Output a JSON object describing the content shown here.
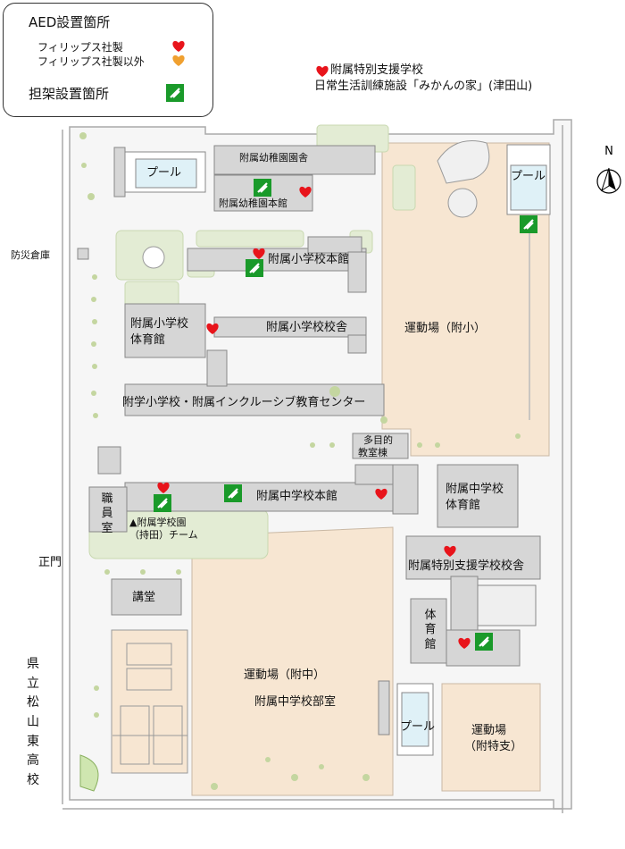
{
  "legend": {
    "title": "AED設置箇所",
    "philips": "フィリップス社製",
    "non_philips": "フィリップス社製以外",
    "stretcher": "担架設置箇所",
    "colors": {
      "philips": "#e8141b",
      "non_philips": "#f0a030",
      "stretcher_bg": "#1a9a2a"
    }
  },
  "note": {
    "line1": "附属特別支援学校",
    "line2": "日常生活訓練施設「みかんの家」(津田山)"
  },
  "compass": {
    "label": "N"
  },
  "labels": {
    "pool_left": "プール",
    "kinder_hall": "附属幼稚園園舎",
    "kinder_main": "附属幼稚園本館",
    "pool_right": "プール",
    "bousai": "防災倉庫",
    "elem_main": "附属小学校本館",
    "elem_gym_1": "附属小学校",
    "elem_gym_2": "体育館",
    "elem_school": "附属小学校校舎",
    "ground_elem": "運動場（附小）",
    "inclusive": "附学小学校・附属インクルーシブ教育センター",
    "multipurpose_1": "多目的",
    "multipurpose_2": "教室棟",
    "staff": "職員室",
    "jhs_main": "附属中学校本館",
    "team_1": "▲附属学校園",
    "team_2": "（持田）チーム",
    "jhs_gym_1": "附属中学校",
    "jhs_gym_2": "体育館",
    "front_gate": "正門",
    "special_school": "附属特別支援学校校舎",
    "auditorium": "講堂",
    "special_gym": "体育館",
    "ground_jhs": "運動場（附中）",
    "jhs_club": "附属中学校部室",
    "pool_bottom": "プール",
    "ground_special_1": "運動場",
    "ground_special_2": "（附特支）",
    "high_school": "県立松山東高校"
  }
}
